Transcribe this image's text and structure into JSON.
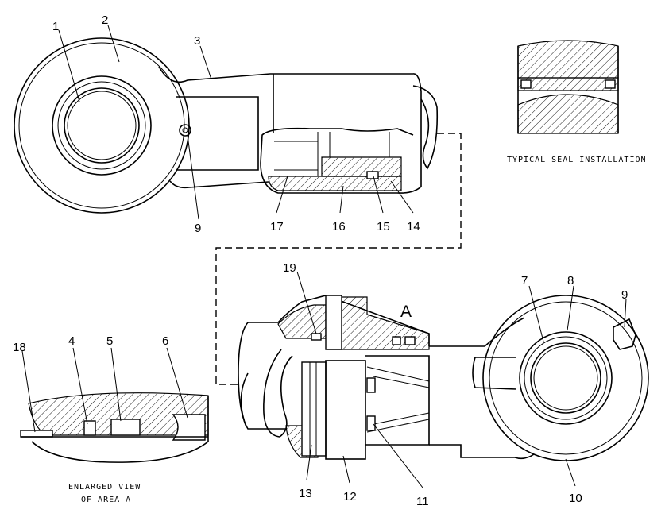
{
  "callouts": {
    "c1": "1",
    "c2": "2",
    "c3": "3",
    "c4": "4",
    "c5": "5",
    "c6": "6",
    "c7": "7",
    "c8": "8",
    "c9a": "9",
    "c9b": "9",
    "c10": "10",
    "c11": "11",
    "c12": "12",
    "c13": "13",
    "c14": "14",
    "c15": "15",
    "c16": "16",
    "c17": "17",
    "c18": "18",
    "c19": "19"
  },
  "area_label": "A",
  "captions": {
    "typical_seal": "TYPICAL SEAL INSTALLATION",
    "enlarged_line1": "ENLARGED VIEW",
    "enlarged_line2": "OF AREA A"
  }
}
